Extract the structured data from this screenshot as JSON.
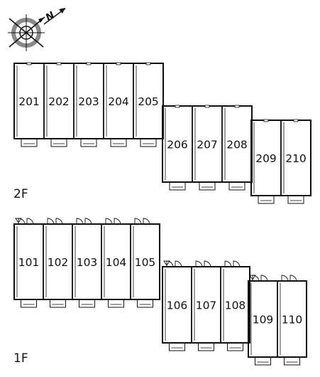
{
  "compass": {
    "north_label": "N",
    "icon": "compass-rose-icon"
  },
  "floors": [
    {
      "id": "2F",
      "label": "2F",
      "groups": [
        {
          "units": [
            "201",
            "202",
            "203",
            "204",
            "205"
          ]
        },
        {
          "units": [
            "206",
            "207",
            "208"
          ]
        },
        {
          "units": [
            "209",
            "210"
          ]
        }
      ]
    },
    {
      "id": "1F",
      "label": "1F",
      "groups": [
        {
          "units": [
            "101",
            "102",
            "103",
            "104",
            "105"
          ]
        },
        {
          "units": [
            "106",
            "107",
            "108"
          ]
        },
        {
          "units": [
            "109",
            "110"
          ]
        }
      ]
    }
  ],
  "colors": {
    "line": "#111111",
    "compass_ring": "#8a8a8a",
    "background": "#ffffff"
  }
}
